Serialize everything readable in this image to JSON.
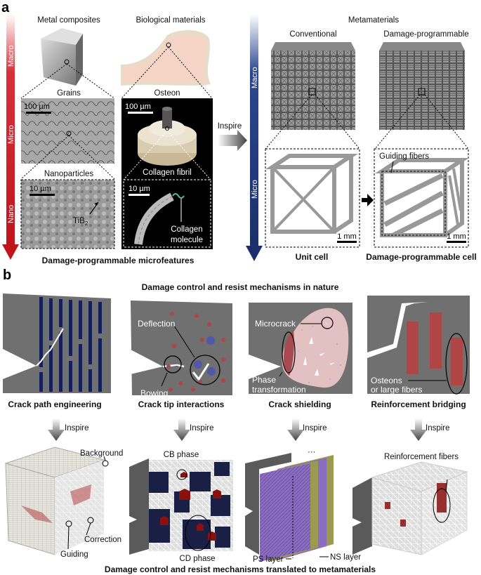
{
  "panel_a": {
    "label": "a",
    "scale_axis_left": {
      "macro": "Macro",
      "micro": "Micro",
      "nano": "Nano"
    },
    "scale_axis_right": {
      "macro": "Macro",
      "micro": "Micro"
    },
    "metal": {
      "title": "Metal composites",
      "grains": "Grains",
      "grains_scale": "100 µm",
      "nanoparticles": "Nanoparticles",
      "nano_scale": "10 µm",
      "tib2": "TiB",
      "tib2_sub": "2"
    },
    "bio": {
      "title": "Biological materials",
      "osteon": "Osteon",
      "osteon_scale": "100 µm",
      "fibril": "Collagen fibril",
      "fibril_scale": "10 µm",
      "molecule_1": "Collagen",
      "molecule_2": "molecule"
    },
    "inspire": "Inspire",
    "meta": {
      "title": "Metamaterials",
      "conventional": "Conventional",
      "damage_programmable": "Damage-programmable",
      "guiding_fibers": "Guiding fibers",
      "scale_1": "1 mm",
      "scale_2": "1 mm",
      "unit_cell": "Unit cell",
      "dp_cell": "Damage-programmable cell"
    },
    "caption": "Damage-programmable microfeatures"
  },
  "panel_b": {
    "label": "b",
    "title_top": "Damage control and resist mechanisms in nature",
    "mechanisms": [
      {
        "caption": "Crack path engineering",
        "inspire": "Inspire"
      },
      {
        "caption": "Crack tip interactions",
        "inspire": "Inspire",
        "deflection": "Deflection",
        "bowing": "Bowing"
      },
      {
        "caption": "Crack shielding",
        "inspire": "Inspire",
        "microcrack": "Microcrack",
        "phase_1": "Phase",
        "phase_2": "transformation"
      },
      {
        "caption": "Reinforcement bridging",
        "inspire": "Inspire",
        "osteons_1": "Osteons",
        "osteons_2": "or large fibers"
      }
    ],
    "meta_labels": {
      "background": "Background",
      "correction": "Correction",
      "guiding": "Guiding",
      "cb_phase": "CB phase",
      "cd_phase": "CD phase",
      "ps_layer": "PS layer",
      "ns_layer": "NS layer",
      "dots": "···",
      "reinforcement_fibers": "Reinforcement fibers"
    },
    "title_bottom": "Damage control and resist mechanisms translated to metamaterials"
  },
  "colors": {
    "red_axis": "#c0141b",
    "blue_axis": "#1c2f6b",
    "panel_gray": "#707070",
    "navy": "#14205a",
    "particle_red": "#b04545",
    "bone": "#f7d5c6",
    "purple": "#8a6cc0",
    "olive": "#9a9a50"
  }
}
